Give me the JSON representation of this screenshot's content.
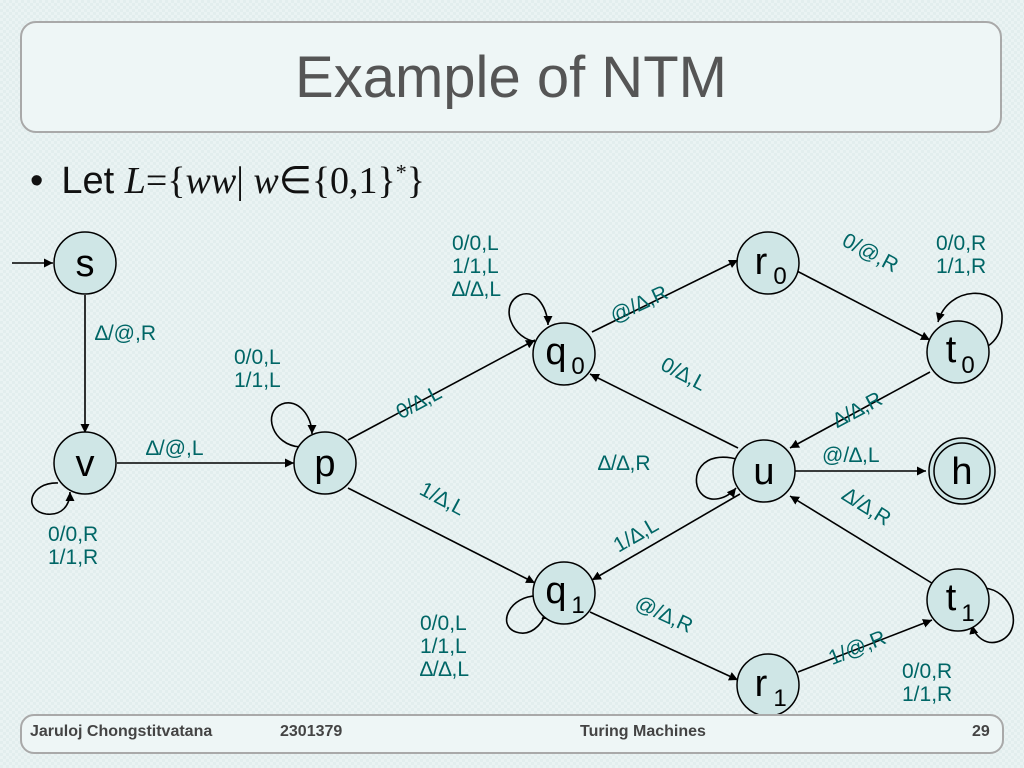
{
  "slide": {
    "title": "Example of NTM",
    "bullet_prefix": "Let",
    "language_def": {
      "L": "L",
      "eq": "=",
      "open": "{",
      "ww": "ww",
      "bar": "|",
      "w": "w",
      "in": "∈",
      "set": "{0,1}",
      "star": "*",
      "close": "}"
    }
  },
  "diagram": {
    "states": {
      "s": {
        "label": "s",
        "sub": ""
      },
      "v": {
        "label": "v",
        "sub": ""
      },
      "p": {
        "label": "p",
        "sub": ""
      },
      "q0": {
        "label": "q",
        "sub": "0"
      },
      "q1": {
        "label": "q",
        "sub": "1"
      },
      "r0": {
        "label": "r",
        "sub": "0"
      },
      "r1": {
        "label": "r",
        "sub": "1"
      },
      "t0": {
        "label": "t",
        "sub": "0"
      },
      "t1": {
        "label": "t",
        "sub": "1"
      },
      "u": {
        "label": "u",
        "sub": ""
      },
      "h": {
        "label": "h",
        "sub": ""
      }
    },
    "labels": {
      "s_v": "∆/@,R",
      "v_p": "∆/@,L",
      "v_loop": [
        "0/0,R",
        "1/1,R"
      ],
      "p_loop": [
        "0/0,L",
        "1/1,L"
      ],
      "p_q0": "0/∆,L",
      "p_q1": "1/∆,L",
      "q0_loop": [
        "0/0,L",
        "1/1,L",
        "∆/∆,L"
      ],
      "q1_loop": [
        "0/0,L",
        "1/1,L",
        "∆/∆,L"
      ],
      "q0_r0": "@/∆,R",
      "r0_t0": "0/@,R",
      "t0_loop": [
        "0/0,R",
        "1/1,R"
      ],
      "t0_u": "∆/∆,R",
      "u_q0": "0/∆,L",
      "u_loop": "∆/∆,R",
      "u_h": "@/∆,L",
      "u_q1": "1/∆,L",
      "t1_u": "∆/∆,R",
      "q1_r1": "@/∆,R",
      "r1_t1": "1/@,R",
      "t1_loop": [
        "0/0,R",
        "1/1,R"
      ]
    }
  },
  "footer": {
    "author": "Jaruloj Chongstitvatana",
    "course": "2301379",
    "topic": "Turing Machines",
    "page": "29"
  },
  "colors": {
    "label": "#006666",
    "state_fill": "#cfe6e6",
    "stroke": "#000000"
  }
}
